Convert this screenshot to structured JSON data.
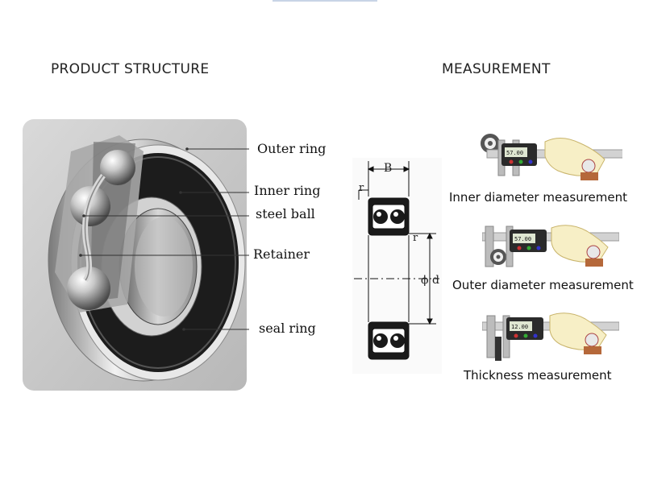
{
  "headings": {
    "structure": "PRODUCT STRUCTURE",
    "measurement": "MEASUREMENT"
  },
  "callouts": [
    "Outer ring",
    "Inner ring",
    "steel ball",
    "Retainer",
    "seal ring"
  ],
  "drawing": {
    "width_label": "B",
    "radius_label_top": "r",
    "radius_label_side": "r",
    "diameter_label": "ϕ d"
  },
  "measurements": [
    "Inner diameter measurement",
    "Outer diameter measurement",
    "Thickness measurement"
  ],
  "caliper_readouts": [
    "57.00",
    "57.00",
    "12.00"
  ]
}
